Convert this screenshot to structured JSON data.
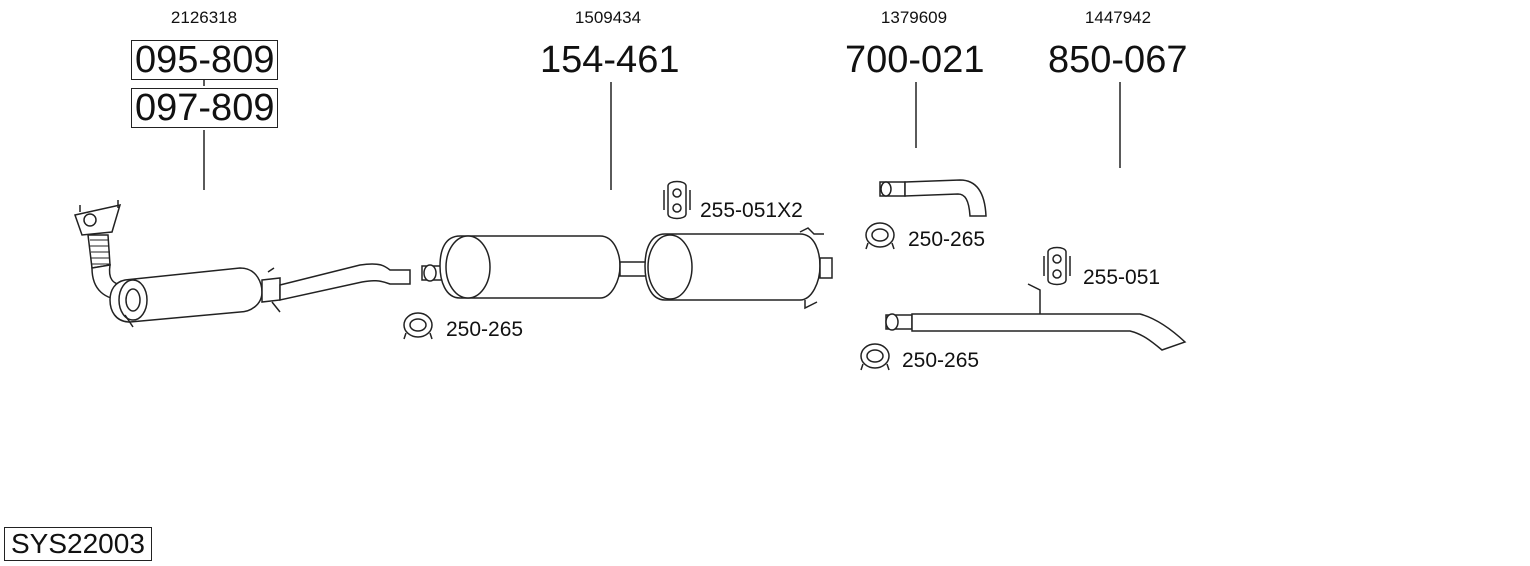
{
  "oe_numbers": {
    "catalytic": "2126318",
    "middle": "1509434",
    "tailpipe_bend": "1379609",
    "tailpipe": "1447942"
  },
  "part_numbers": {
    "catalytic_primary": "095-809",
    "catalytic_alt": "097-809",
    "middle": "154-461",
    "tailpipe_bend": "700-021",
    "tailpipe": "850-067"
  },
  "accessories": {
    "clamp_front": "250-265",
    "hanger_middle": "255-051X2",
    "clamp_bend": "250-265",
    "hanger_rear": "255-051",
    "clamp_rear": "250-265"
  },
  "system_id": "SYS22003"
}
